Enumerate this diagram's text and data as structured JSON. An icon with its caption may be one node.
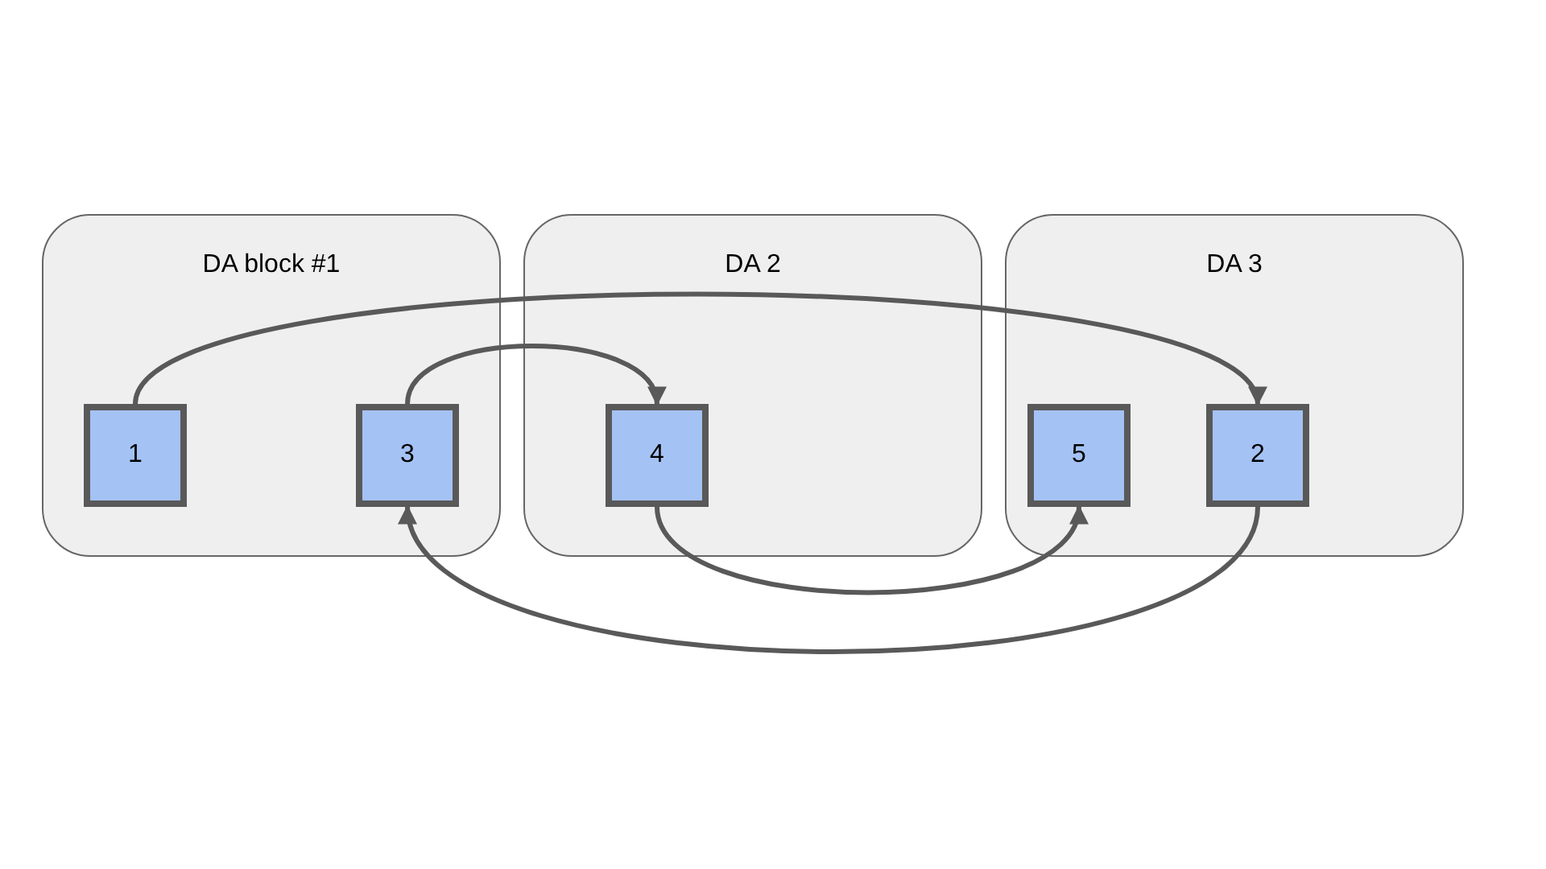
{
  "diagram": {
    "nodes": [
      {
        "text": [
          "DA block #1"
        ]
      },
      {
        "text": [
          "1"
        ],
        "in": 0
      },
      {
        "text": [
          "3"
        ],
        "in": 0
      },
      {
        "text": [
          "DA 2"
        ]
      },
      {
        "text": [
          "4"
        ],
        "in": 3
      },
      {
        "text": [
          "DA 3"
        ]
      },
      {
        "text": [
          "5"
        ],
        "in": 5
      },
      {
        "text": [
          "2"
        ],
        "in": 5
      }
    ],
    "edges": [
      {
        "from": 1,
        "to": 7,
        "arrow": "to"
      },
      {
        "from": 2,
        "to": 4,
        "arrow": "to"
      },
      {
        "from": 4,
        "to": 6,
        "arrow": "to"
      },
      {
        "from": 7,
        "to": 2,
        "arrow": "to"
      }
    ]
  }
}
